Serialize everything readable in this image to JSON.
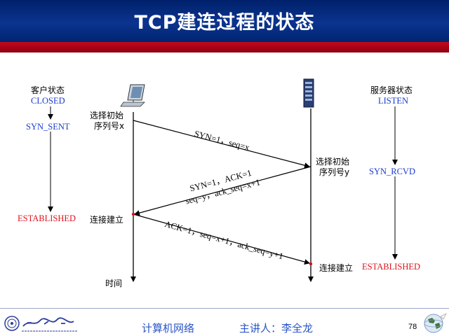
{
  "title": "TCP建连过程的状态",
  "client": {
    "header": "客户状态",
    "state_closed": "CLOSED",
    "state_syn_sent": "SYN_SENT",
    "state_established": "ESTABLISHED",
    "choose_seq_line1": "选择初始",
    "choose_seq_line2": "序列号x",
    "conn_established": "连接建立",
    "time_label": "时间"
  },
  "server": {
    "header": "服务器状态",
    "state_listen": "LISTEN",
    "state_syn_rcvd": "SYN_RCVD",
    "state_established": "ESTABLISHED",
    "choose_seq_line1": "选择初始",
    "choose_seq_line2": "序列号y",
    "conn_established": "连接建立"
  },
  "messages": {
    "m1": "SYN=1，seq=x",
    "m2_line1": "SYN=1，ACK=1",
    "m2_line2": "seq=y，ack_seq=x+1",
    "m3": "ACK=1，seq=x+1，ack_seq=y+1"
  },
  "footer": {
    "course": "计算机网络",
    "lecturer": "主讲人：李全龙",
    "page": "78",
    "logo_text": "哈爾濱工業大學",
    "logo_sub": "HARBIN INSTITUTE OF TECHNOLOGY"
  },
  "colors": {
    "title_bg": "#0b3490",
    "band": "#c4081c",
    "state_blue": "#1a3ccf",
    "state_red": "#e0141e",
    "footer_text": "#2a55c8"
  },
  "icons": [
    "computer-icon",
    "server-icon",
    "school-seal-icon",
    "globe-icon"
  ]
}
